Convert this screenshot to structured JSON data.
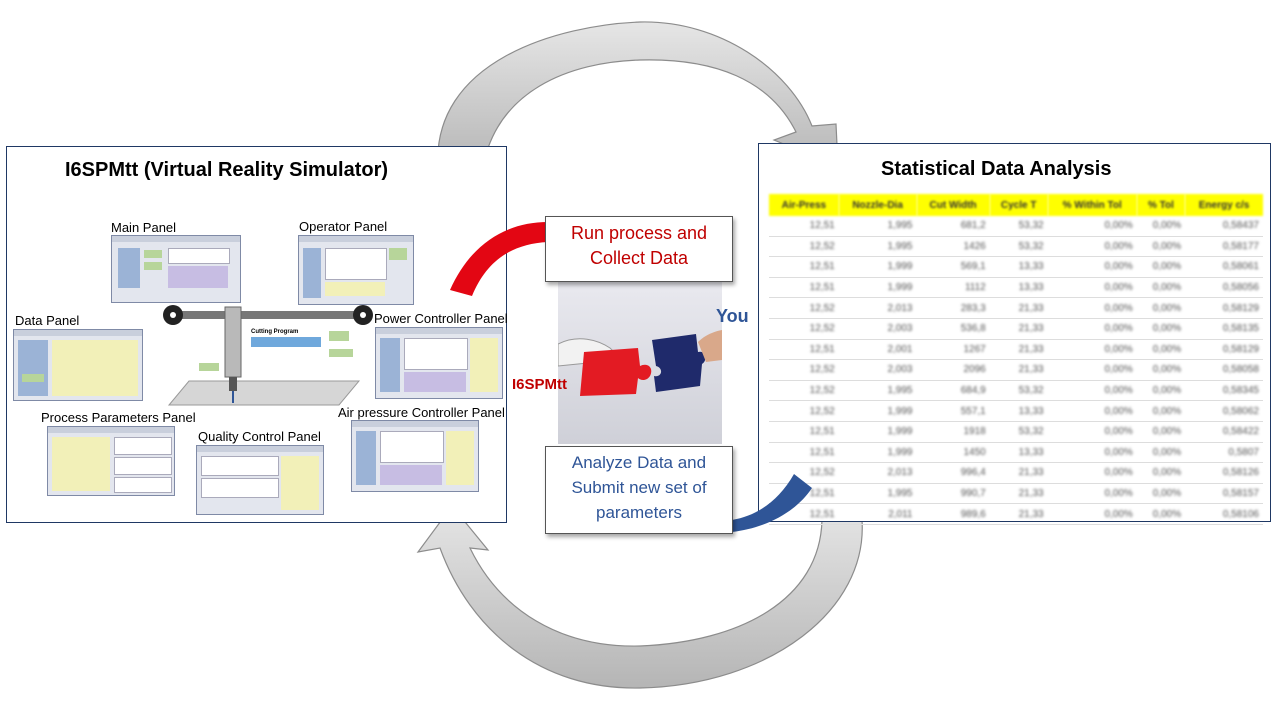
{
  "left_box": {
    "title": "I6SPMtt (Virtual Reality Simulator)",
    "panels": {
      "main": "Main Panel",
      "operator": "Operator Panel",
      "data": "Data Panel",
      "power": "Power Controller Panel",
      "process": "Process Parameters Panel",
      "quality": "Quality Control Panel",
      "air": "Air pressure Controller Panel"
    },
    "machine": {
      "cutting_program": "Cutting Program"
    }
  },
  "right_box": {
    "title": "Statistical Data Analysis",
    "columns": [
      "Air-Press",
      "Nozzle-Dia",
      "Cut Width",
      "Cycle T",
      "% Within Tol",
      "% Tol",
      "Energy c/s"
    ],
    "rows": [
      [
        "12,51",
        "1,995",
        "681,2",
        "53,32",
        "0,00%",
        "0,00%",
        "0,58437"
      ],
      [
        "12,52",
        "1,995",
        "1426",
        "53,32",
        "0,00%",
        "0,00%",
        "0,58177"
      ],
      [
        "12,51",
        "1,999",
        "569,1",
        "13,33",
        "0,00%",
        "0,00%",
        "0,58061"
      ],
      [
        "12,51",
        "1,999",
        "1112",
        "13,33",
        "0,00%",
        "0,00%",
        "0,58056"
      ],
      [
        "12,52",
        "2,013",
        "283,3",
        "21,33",
        "0,00%",
        "0,00%",
        "0,58129"
      ],
      [
        "12,52",
        "2,003",
        "536,8",
        "21,33",
        "0,00%",
        "0,00%",
        "0,58135"
      ],
      [
        "12,51",
        "2,001",
        "1267",
        "21,33",
        "0,00%",
        "0,00%",
        "0,58129"
      ],
      [
        "12,52",
        "2,003",
        "2096",
        "21,33",
        "0,00%",
        "0,00%",
        "0,58058"
      ],
      [
        "12,52",
        "1,995",
        "684,9",
        "53,32",
        "0,00%",
        "0,00%",
        "0,58345"
      ],
      [
        "12,52",
        "1,999",
        "557,1",
        "13,33",
        "0,00%",
        "0,00%",
        "0,58062"
      ],
      [
        "12,51",
        "1,999",
        "1918",
        "53,32",
        "0,00%",
        "0,00%",
        "0,58422"
      ],
      [
        "12,51",
        "1,999",
        "1450",
        "13,33",
        "0,00%",
        "0,00%",
        "0,5807"
      ],
      [
        "12,52",
        "2,013",
        "996,4",
        "21,33",
        "0,00%",
        "0,00%",
        "0,58126"
      ],
      [
        "12,51",
        "1,995",
        "990,7",
        "21,33",
        "0,00%",
        "0,00%",
        "0,58157"
      ],
      [
        "12,51",
        "2,011",
        "989,6",
        "21,33",
        "0,00%",
        "0,00%",
        "0,58106"
      ]
    ]
  },
  "center": {
    "callout_top": [
      "Run process and",
      "Collect Data"
    ],
    "callout_bottom": [
      "Analyze Data and",
      "Submit new set of",
      "parameters"
    ],
    "label_you": "You",
    "label_sim": "I6SPMtt"
  },
  "colors": {
    "red_arrow": "#e30613",
    "blue_arrow": "#2f5597",
    "gray_arrow": "#c8c8c8",
    "box_border": "#1f3864",
    "header_yellow": "#ffff00"
  }
}
